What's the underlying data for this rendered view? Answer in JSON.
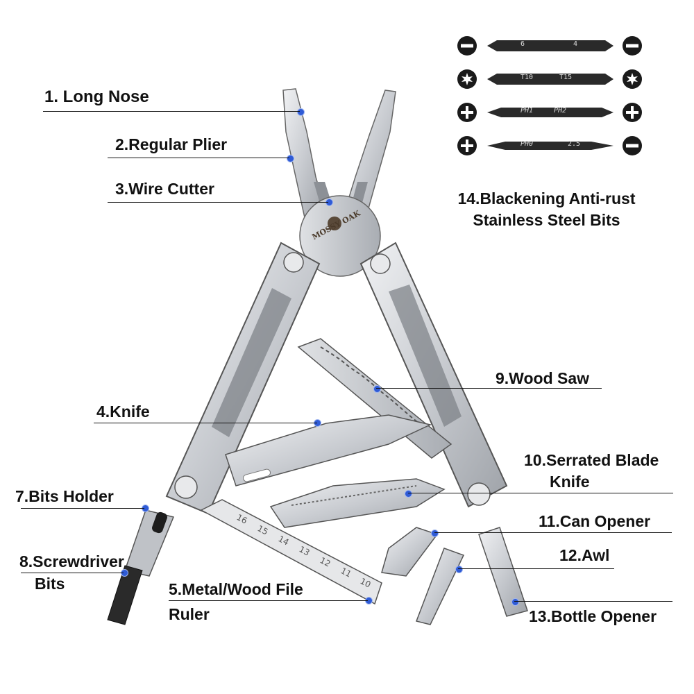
{
  "brand_logo_text": "MOSSY OAK",
  "callouts": [
    {
      "id": "long-nose",
      "text": "1. Long Nose"
    },
    {
      "id": "regular-plier",
      "text": "2.Regular Plier"
    },
    {
      "id": "wire-cutter",
      "text": "3.Wire Cutter"
    },
    {
      "id": "knife",
      "text": "4.Knife"
    },
    {
      "id": "file-ruler",
      "lines": [
        "5.Metal/Wood File",
        "Ruler"
      ]
    },
    {
      "id": "bits-holder",
      "text": "7.Bits Holder"
    },
    {
      "id": "screwdriver-bits",
      "lines": [
        "8.Screwdriver",
        "Bits"
      ]
    },
    {
      "id": "wood-saw",
      "text": "9.Wood Saw"
    },
    {
      "id": "serrated-blade",
      "lines": [
        "10.Serrated Blade",
        "Knife"
      ]
    },
    {
      "id": "can-opener",
      "text": "11.Can Opener"
    },
    {
      "id": "awl",
      "text": "12.Awl"
    },
    {
      "id": "bottle-opener",
      "text": "13.Bottle Opener"
    }
  ],
  "bits_panel": {
    "title_lines": [
      "14.Blackening Anti-rust",
      "Stainless Steel Bits"
    ],
    "bits": [
      {
        "left_tip": "slotted-icon",
        "right_tip": "slotted-icon",
        "left_size": "6",
        "right_size": "4"
      },
      {
        "left_tip": "torx-icon",
        "right_tip": "torx-icon",
        "left_size": "T10",
        "right_size": "T15"
      },
      {
        "left_tip": "phillips-icon",
        "right_tip": "phillips-icon",
        "left_size": "PH1",
        "right_size": "PH2"
      },
      {
        "left_tip": "phillips-icon",
        "right_tip": "slotted-icon",
        "left_size": "PH0",
        "right_size": "2.5"
      }
    ]
  },
  "ruler_marks": [
    "16",
    "15",
    "14",
    "13",
    "12",
    "11",
    "10"
  ],
  "colors": {
    "label_text": "#111111",
    "marker_dot": "#2f5bd6",
    "steel": "#cfd2d6",
    "steel_dark": "#8c9096",
    "bit_black": "#2a2a2a"
  }
}
